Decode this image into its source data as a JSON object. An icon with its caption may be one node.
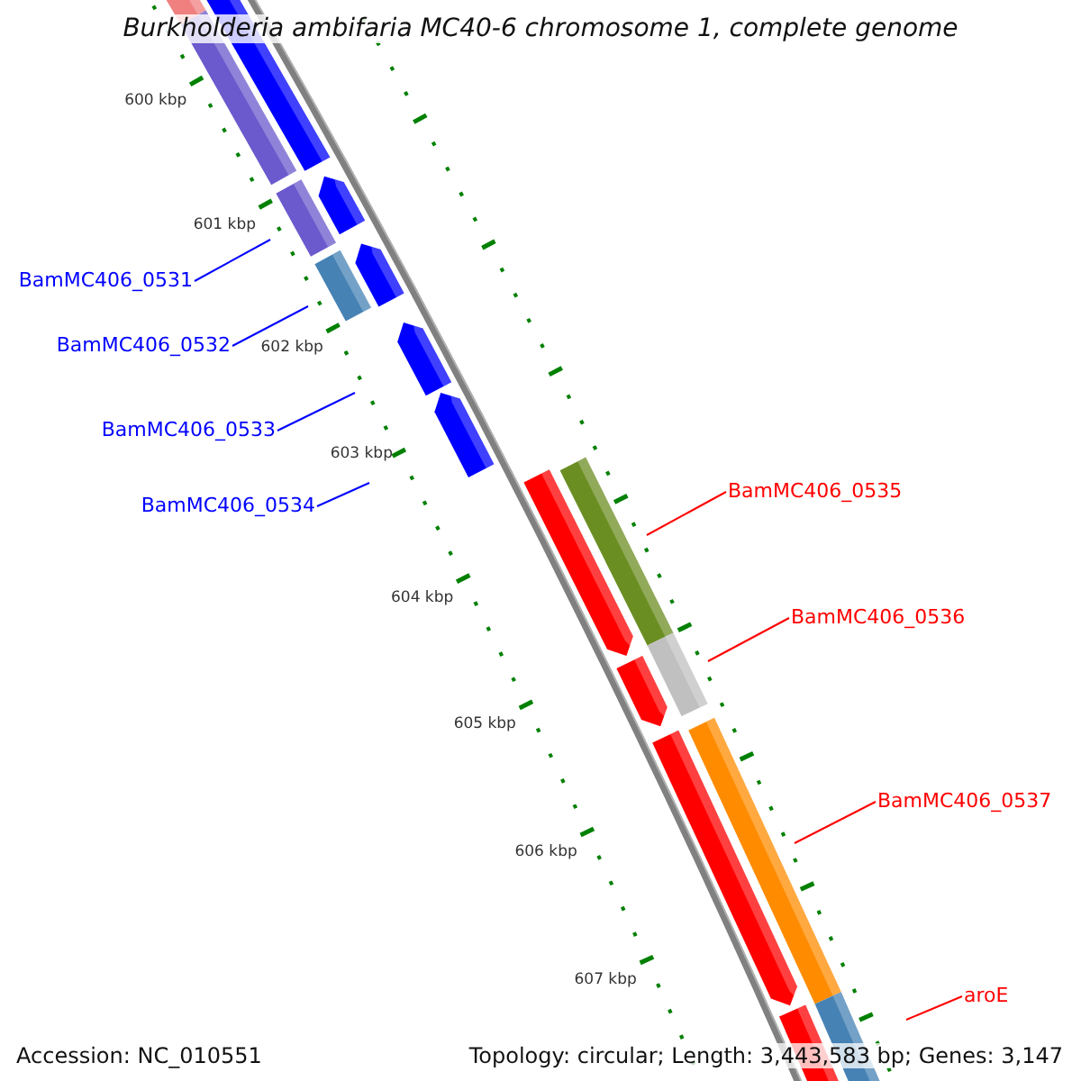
{
  "diagram": {
    "title": "Burkholderia ambifaria MC40-6 chromosome 1, complete genome",
    "nodes": [
      {
        "text": [
          "BamMC406_0531"
        ]
      },
      {
        "text": [
          "BamMC406_0532"
        ]
      },
      {
        "text": [
          "BamMC406_0533"
        ]
      },
      {
        "text": [
          "BamMC406_0534"
        ]
      },
      {
        "text": [
          "BamMC406_0535"
        ]
      },
      {
        "text": [
          "BamMC406_0536"
        ]
      },
      {
        "text": [
          "BamMC406_0537"
        ]
      },
      {
        "text": [
          "aroE"
        ]
      }
    ],
    "edges": [
      {
        "from": 0,
        "to": null,
        "arrow": "none",
        "color": "#0000ff"
      },
      {
        "from": 1,
        "to": null,
        "arrow": "none",
        "color": "#0000ff"
      },
      {
        "from": 2,
        "to": null,
        "arrow": "none",
        "color": "#0000ff"
      },
      {
        "from": 3,
        "to": null,
        "arrow": "none",
        "color": "#0000ff"
      },
      {
        "from": 4,
        "to": null,
        "arrow": "none",
        "color": "#ff0000"
      },
      {
        "from": 5,
        "to": null,
        "arrow": "none",
        "color": "#ff0000"
      },
      {
        "from": 6,
        "to": null,
        "arrow": "none",
        "color": "#ff0000"
      },
      {
        "from": 7,
        "to": null,
        "arrow": "none",
        "color": "#ff0000"
      }
    ],
    "labels": [
      "600 kbp",
      "601 kbp",
      "602 kbp",
      "603 kbp",
      "604 kbp",
      "605 kbp",
      "606 kbp",
      "607 kbp",
      "Accession: NC_010551",
      "Topology: circular; Length: 3,443,583 bp; Genes: 3,147"
    ]
  }
}
